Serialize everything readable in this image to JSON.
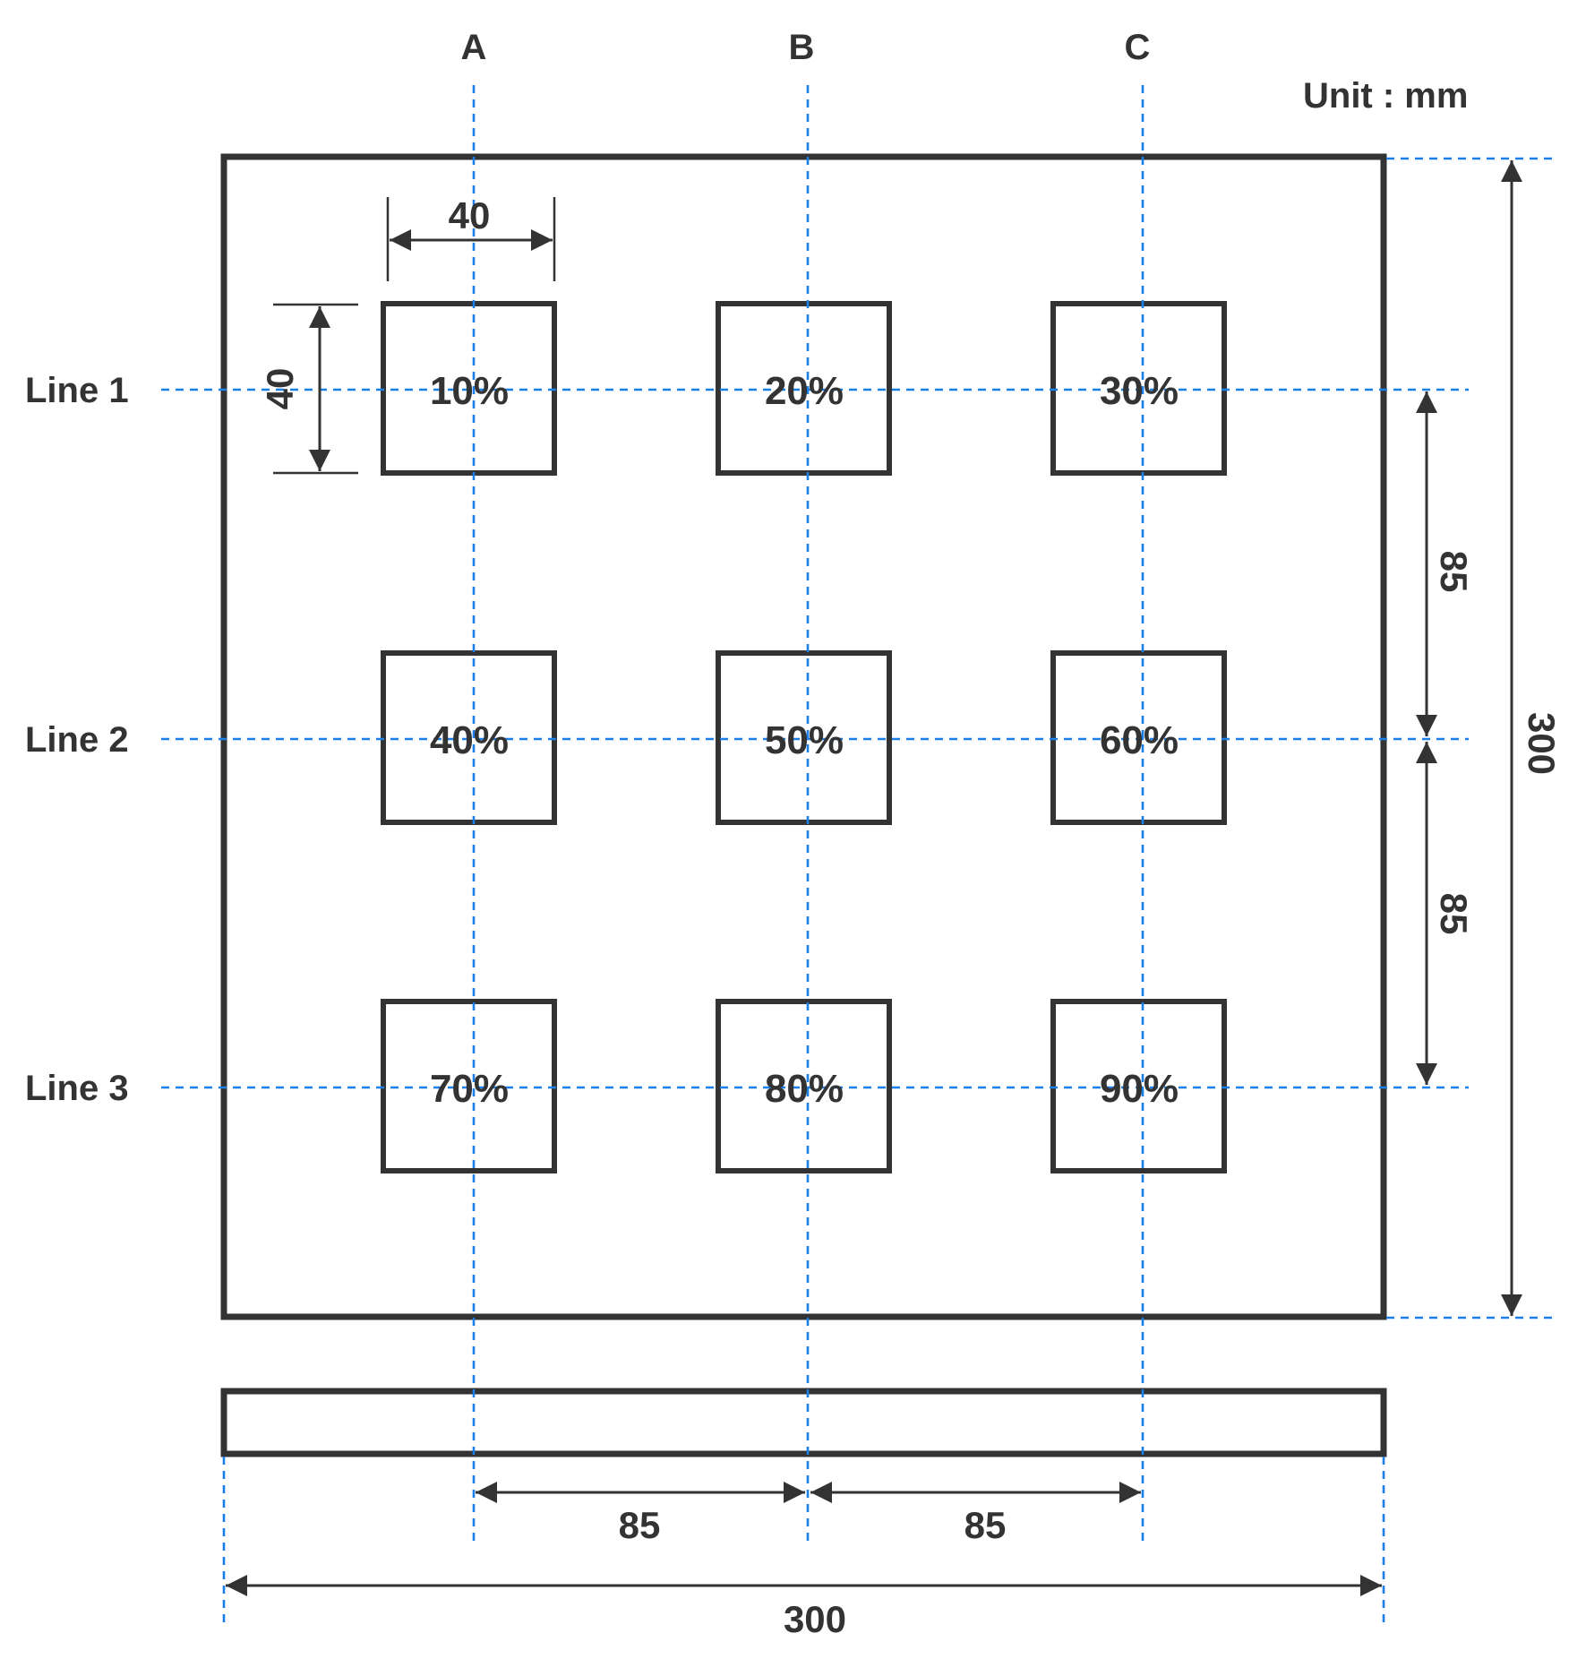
{
  "unit_label": "Unit : mm",
  "columns": [
    {
      "label": "A"
    },
    {
      "label": "B"
    },
    {
      "label": "C"
    }
  ],
  "lines": [
    {
      "label": "Line 1"
    },
    {
      "label": "Line 2"
    },
    {
      "label": "Line 3"
    }
  ],
  "cells": [
    {
      "label": "10%",
      "line": 1,
      "column": "A"
    },
    {
      "label": "20%",
      "line": 1,
      "column": "B"
    },
    {
      "label": "30%",
      "line": 1,
      "column": "C"
    },
    {
      "label": "40%",
      "line": 2,
      "column": "A"
    },
    {
      "label": "50%",
      "line": 2,
      "column": "B"
    },
    {
      "label": "60%",
      "line": 2,
      "column": "C"
    },
    {
      "label": "70%",
      "line": 3,
      "column": "A"
    },
    {
      "label": "80%",
      "line": 3,
      "column": "B"
    },
    {
      "label": "90%",
      "line": 3,
      "column": "C"
    }
  ],
  "dimensions": {
    "cell_width": "40",
    "cell_height": "40",
    "row_spacing_1": "85",
    "row_spacing_2": "85",
    "column_spacing_1": "85",
    "column_spacing_2": "85",
    "plate_height": "300",
    "plate_width": "300"
  },
  "colors": {
    "outline": "#333333",
    "guide_line": "#1a7fe8",
    "background": "#ffffff"
  }
}
